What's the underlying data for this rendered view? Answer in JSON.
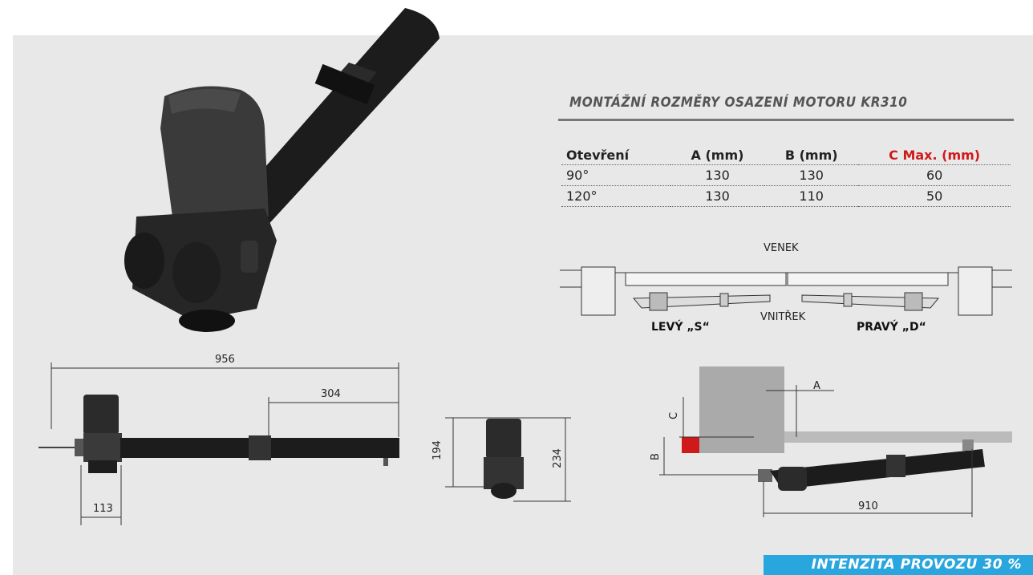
{
  "title": "MONTÁŽNÍ ROZMĚRY OSAZENÍ MOTORU KR310",
  "table": {
    "headers": [
      "Otevření",
      "A (mm)",
      "B (mm)",
      "C Max. (mm)"
    ],
    "rows": [
      [
        "90°",
        "130",
        "130",
        "60"
      ],
      [
        "120°",
        "130",
        "110",
        "50"
      ]
    ]
  },
  "top_view": {
    "outside_label": "VENEK",
    "inside_label": "VNITŘEK",
    "left_label": "LEVÝ „S“",
    "right_label": "PRAVÝ „D“"
  },
  "side_view": {
    "total_length": "956",
    "stroke": "304",
    "body_width": "113"
  },
  "front_view": {
    "height_1": "194",
    "height_2": "234"
  },
  "install_view": {
    "dim_a": "A",
    "dim_b": "B",
    "dim_c": "C",
    "dim_910": "910"
  },
  "footer": "INTENZITA PROVOZU 30 %",
  "colors": {
    "accent": "#2aa6de",
    "red": "#d01919",
    "motor": "#2b2b2b"
  }
}
